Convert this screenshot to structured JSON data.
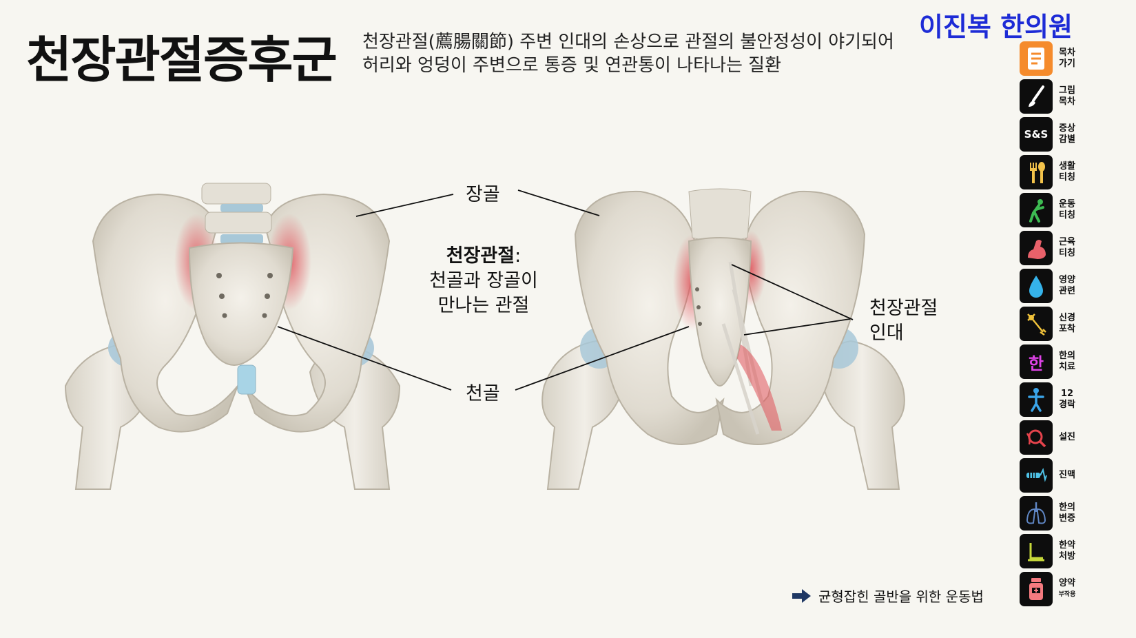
{
  "header": {
    "title": "천장관절증후군",
    "description_line1": "천장관절(薦腸關節) 주변 인대의 손상으로 관절의 불안정성이 야기되어",
    "description_line2": "허리와 엉덩이 주변으로 통증 및 연관통이 나타나는 질환",
    "clinic_name": "이진복 한의원"
  },
  "labels": {
    "ilium": "장골",
    "sacrum": "천골",
    "sij_term": "천장관절",
    "sij_colon": ":",
    "sij_def_line1": "천골과 장골이",
    "sij_def_line2": "만나는 관절",
    "ligament_line1": "천장관절",
    "ligament_line2": "인대"
  },
  "sidebar": {
    "items": [
      {
        "line1": "목차",
        "line2": "가기",
        "icon": "document-icon"
      },
      {
        "line1": "그림",
        "line2": "목차",
        "icon": "brush-icon"
      },
      {
        "line1": "증상",
        "line2": "감별",
        "icon": "s-and-s-icon",
        "icon_text": "S&S"
      },
      {
        "line1": "생활",
        "line2": "티칭",
        "icon": "fork-spoon-icon"
      },
      {
        "line1": "운동",
        "line2": "티칭",
        "icon": "stretching-person-icon"
      },
      {
        "line1": "근육",
        "line2": "티칭",
        "icon": "flexed-arm-icon"
      },
      {
        "line1": "영양",
        "line2": "관련",
        "icon": "water-drop-icon"
      },
      {
        "line1": "신경",
        "line2": "포착",
        "icon": "neuron-icon"
      },
      {
        "line1": "한의",
        "line2": "치료",
        "icon": "han-character-icon",
        "icon_text": "한"
      },
      {
        "line1": "12",
        "line2": "경락",
        "icon": "meridian-body-icon"
      },
      {
        "line1": "설진",
        "line2": "",
        "icon": "tongue-magnifier-icon"
      },
      {
        "line1": "진맥",
        "line2": "",
        "icon": "pulse-wrist-icon"
      },
      {
        "line1": "한의",
        "line2": "변증",
        "icon": "lungs-icon"
      },
      {
        "line1": "한약",
        "line2": "처방",
        "icon": "herbal-bowl-icon"
      },
      {
        "line1": "양약",
        "line2": "부작용",
        "icon": "pill-bottle-icon"
      }
    ]
  },
  "footer": {
    "link_text": "균형잡힌 골반을 위한 운동법"
  },
  "colors": {
    "clinic_blue": "#1d2bd6",
    "sidebar_orange": "#f58b2c",
    "inflammation_red": "#e0525a",
    "cartilage_blue": "#a8c8d8",
    "arrow_navy": "#1f3864"
  }
}
